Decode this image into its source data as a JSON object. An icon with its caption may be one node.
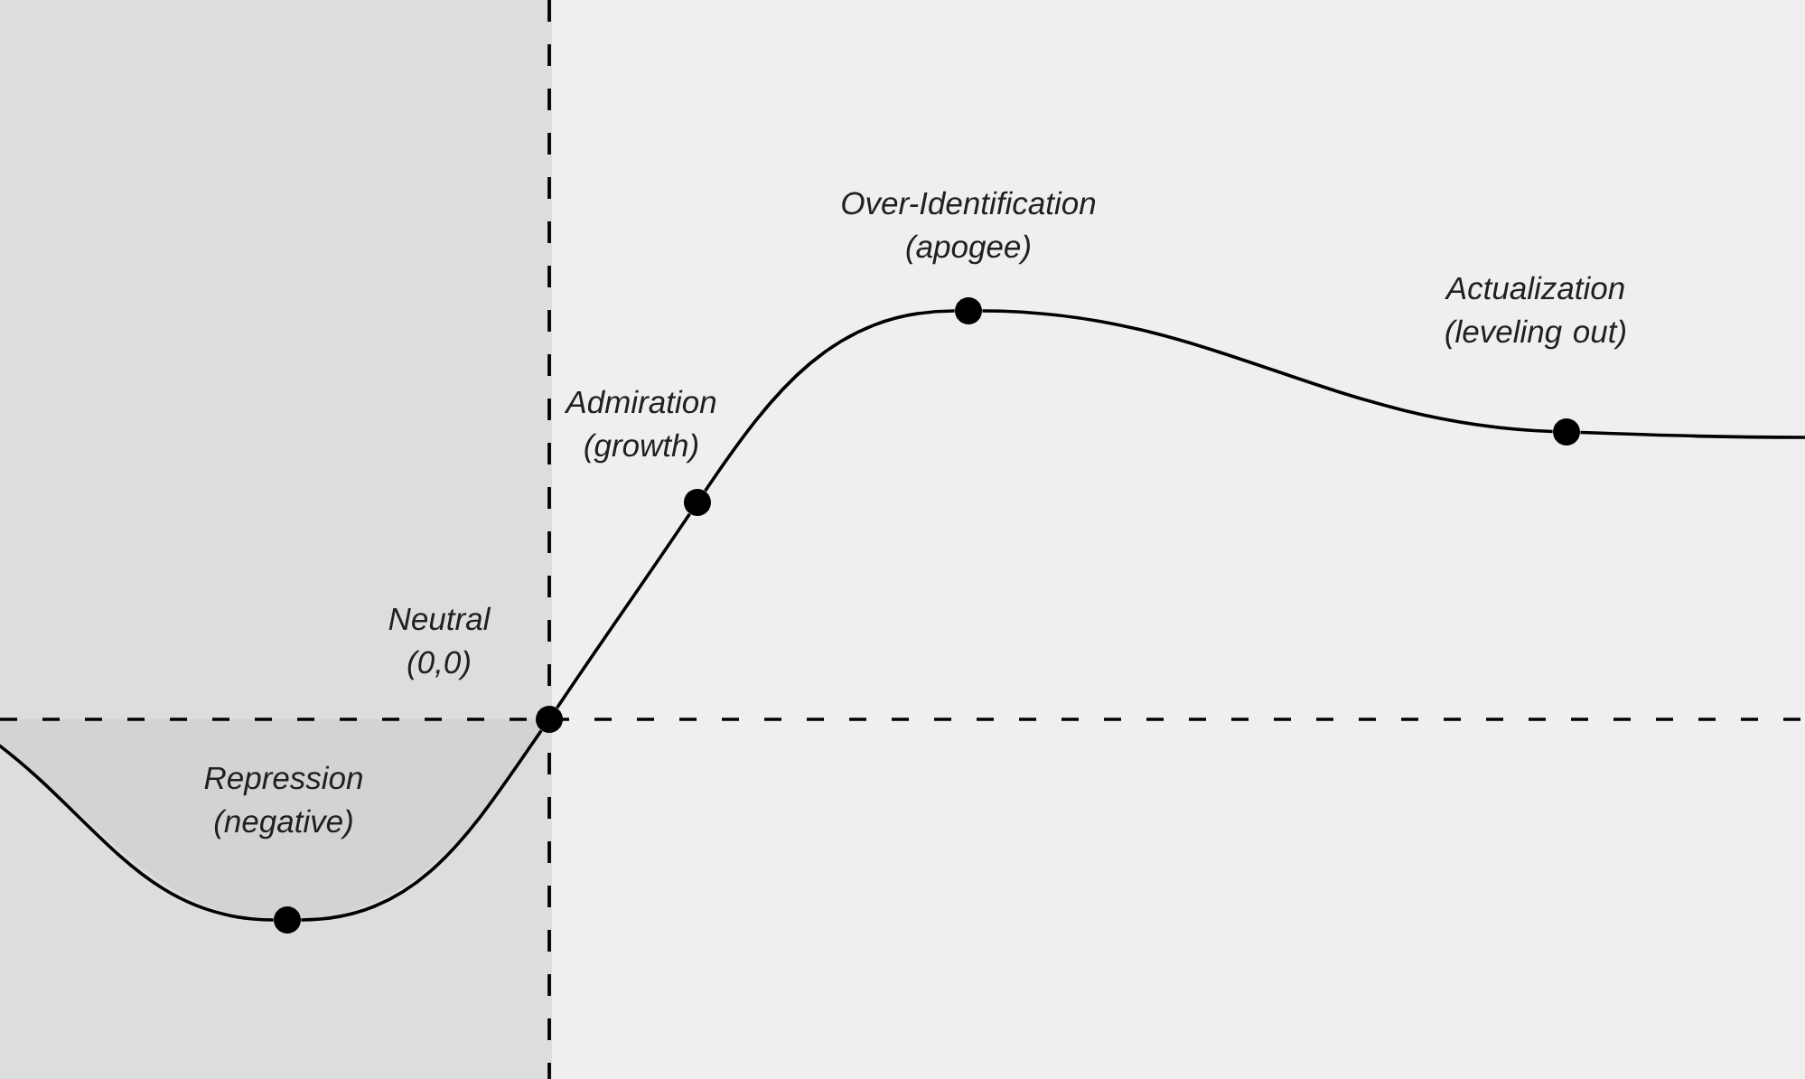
{
  "diagram": {
    "nodes": [
      {
        "text": [],
        "shape": "circle",
        "beside": [
          "Repression (negative)"
        ]
      },
      {
        "text": [],
        "shape": "circle",
        "beside": [
          "Neutral (0,0)"
        ]
      },
      {
        "text": [],
        "shape": "circle",
        "beside": [
          "Admiration (growth)"
        ]
      },
      {
        "text": [],
        "shape": "circle",
        "beside": [
          "Over-Identification (apogee)"
        ]
      },
      {
        "text": [],
        "shape": "circle",
        "beside": [
          "Actualization (leveling out)"
        ]
      }
    ],
    "edges": [
      {
        "from": null,
        "to": 0,
        "arrow": "none"
      },
      {
        "from": 0,
        "to": 1,
        "arrow": "none"
      },
      {
        "from": 1,
        "to": 2,
        "arrow": "none"
      },
      {
        "from": 2,
        "to": 3,
        "arrow": "none"
      },
      {
        "from": 3,
        "to": 4,
        "arrow": "none"
      },
      {
        "from": 4,
        "to": null,
        "arrow": "none"
      }
    ]
  }
}
